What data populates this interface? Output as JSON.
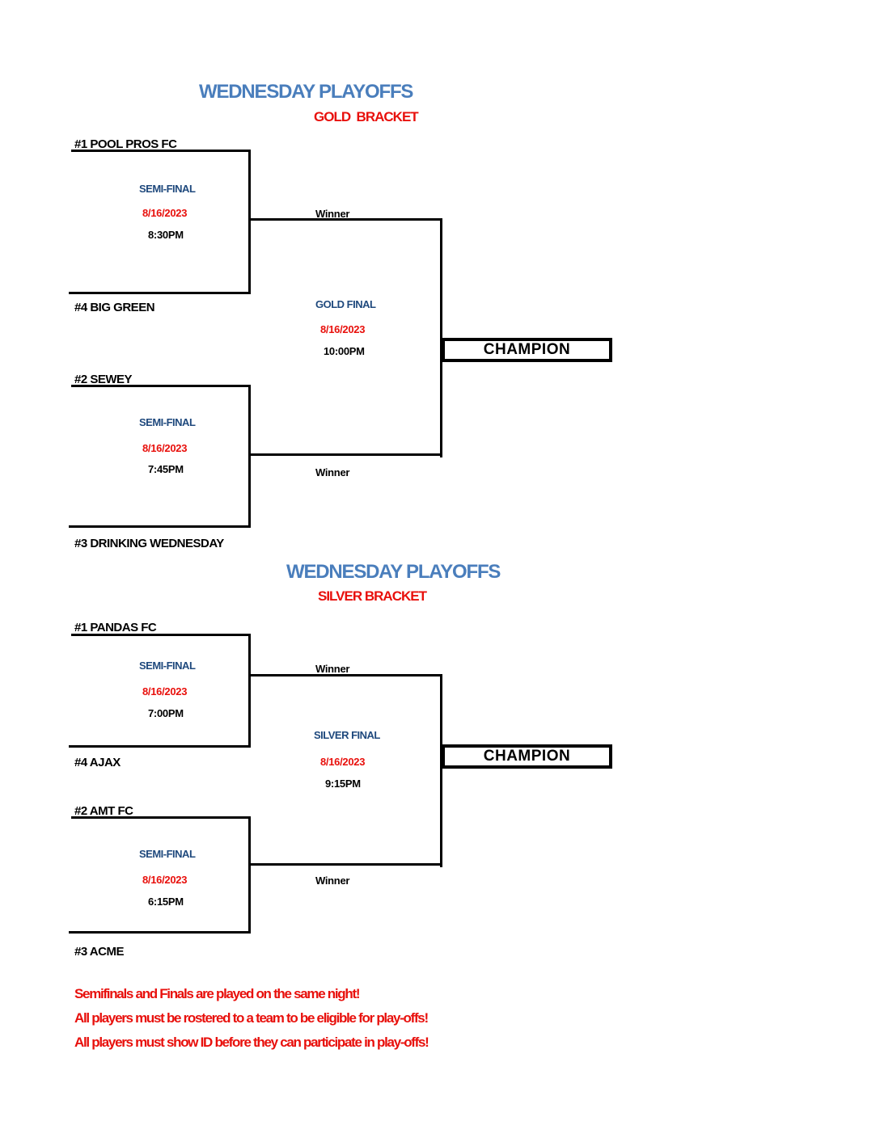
{
  "colors": {
    "title_blue": "#4a7ebc",
    "stage_navy": "#1f497d",
    "accent_red": "#e8100c",
    "line_black": "#000000"
  },
  "brackets": [
    {
      "title": "WEDNESDAY PLAYOFFS",
      "subtitle": "GOLD  BRACKET",
      "teams": [
        "#1 POOL PROS FC",
        "#4 BIG GREEN",
        "#2 SEWEY",
        "#3 DRINKING WEDNESDAY"
      ],
      "semifinal_1": {
        "label": "SEMI-FINAL",
        "date": "8/16/2023",
        "time": "8:30PM"
      },
      "semifinal_2": {
        "label": "SEMI-FINAL",
        "date": "8/16/2023",
        "time": "7:45PM"
      },
      "final": {
        "label": "GOLD FINAL",
        "date": "8/16/2023",
        "time": "10:00PM"
      },
      "winner_top": "Winner",
      "winner_bottom": "Winner",
      "champion": "CHAMPION"
    },
    {
      "title": "WEDNESDAY PLAYOFFS",
      "subtitle": "SILVER BRACKET",
      "teams": [
        "#1 PANDAS FC",
        "#4 AJAX",
        "#2 AMT FC",
        "#3 ACME"
      ],
      "semifinal_1": {
        "label": "SEMI-FINAL",
        "date": "8/16/2023",
        "time": "7:00PM"
      },
      "semifinal_2": {
        "label": "SEMI-FINAL",
        "date": "8/16/2023",
        "time": "6:15PM"
      },
      "final": {
        "label": "SILVER FINAL",
        "date": "8/16/2023",
        "time": "9:15PM"
      },
      "winner_top": "Winner",
      "winner_bottom": "Winner",
      "champion": "CHAMPION"
    }
  ],
  "footer": {
    "notes": [
      "Semifinals and Finals are played on the same night!",
      "All players must be rostered to a team to be eligible for play-offs!",
      "All players must show ID before they can participate in play-offs!"
    ]
  }
}
